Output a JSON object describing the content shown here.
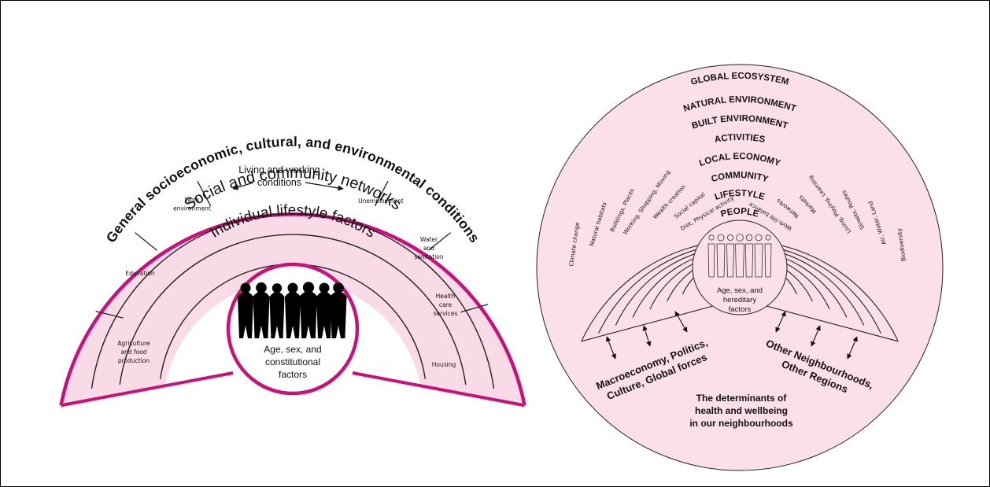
{
  "colors": {
    "background": "#ffffff",
    "fill_light_pink": "#f9dbe7",
    "magenta_outline": "#c8127a",
    "line": "#222222"
  },
  "left_diagram": {
    "outer_title": "General socioeconomic, cultural, and environmental conditions",
    "ring_networks": "Social and community networks",
    "ring_lifestyle": "Individual lifestyle factors",
    "center_text": [
      "Age, sex, and",
      "constitutional",
      "factors"
    ],
    "living_working": [
      "Living and working",
      "conditions"
    ],
    "sectors": [
      [
        "Agriculture",
        "and food",
        "production"
      ],
      [
        "Education"
      ],
      [
        "Work",
        "environment"
      ],
      [
        "Unemployment"
      ],
      [
        "Water",
        "and",
        "sanitation"
      ],
      [
        "Health",
        "care",
        "services"
      ],
      [
        "Housing"
      ]
    ],
    "center_icon": "people-silhouettes-icon"
  },
  "right_diagram": {
    "ring_titles": [
      "GLOBAL ECOSYSTEM",
      "NATURAL ENVIRONMENT",
      "BUILT ENVIRONMENT",
      "ACTIVITIES",
      "LOCAL ECONOMY",
      "COMMUNITY",
      "LIFESTYLE",
      "PEOPLE"
    ],
    "left_labels": [
      "Climate change",
      "Natural habitats",
      "Buildings, Places",
      "Working, Shopping, Moving",
      "Wealth creation",
      "Social capital",
      "Diet, Physical activity"
    ],
    "right_labels": [
      "Work-life balance",
      "Networks",
      "Markets",
      "Living, Playing, Learning",
      "Streets, Routes",
      "Air, Water, Land",
      "Biodiversity"
    ],
    "center_text": [
      "Age, sex, and",
      "hereditary",
      "factors"
    ],
    "macro_text": [
      "Macroeconomy, Politics,",
      "Culture, Global forces"
    ],
    "other_text": [
      "Other Neighbourhoods,",
      "Other Regions"
    ],
    "caption": [
      "The determinants of",
      "health and wellbeing",
      "in our neighbourhoods"
    ],
    "center_icon": "people-group-icon",
    "arrow_icon": "double-arrow-icon"
  }
}
